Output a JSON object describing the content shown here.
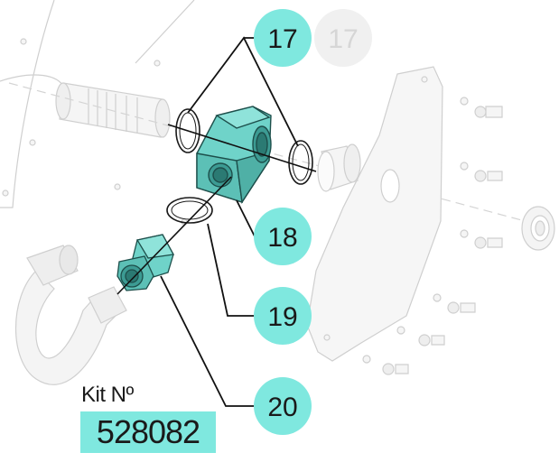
{
  "callouts": [
    {
      "label": "17"
    },
    {
      "label": "18"
    },
    {
      "label": "19"
    },
    {
      "label": "20"
    }
  ],
  "ghost_callout": {
    "label": "17"
  },
  "kit": {
    "label": "Kit Nº",
    "number": "528082"
  },
  "colors": {
    "accent": "#7fe8df",
    "part_fill": "#6fd3c9",
    "part_dark": "#3c9b93",
    "ghost_line": "#cfcfcf",
    "ghost_fill": "#f4f4f4",
    "ink": "#1a1a1a"
  }
}
